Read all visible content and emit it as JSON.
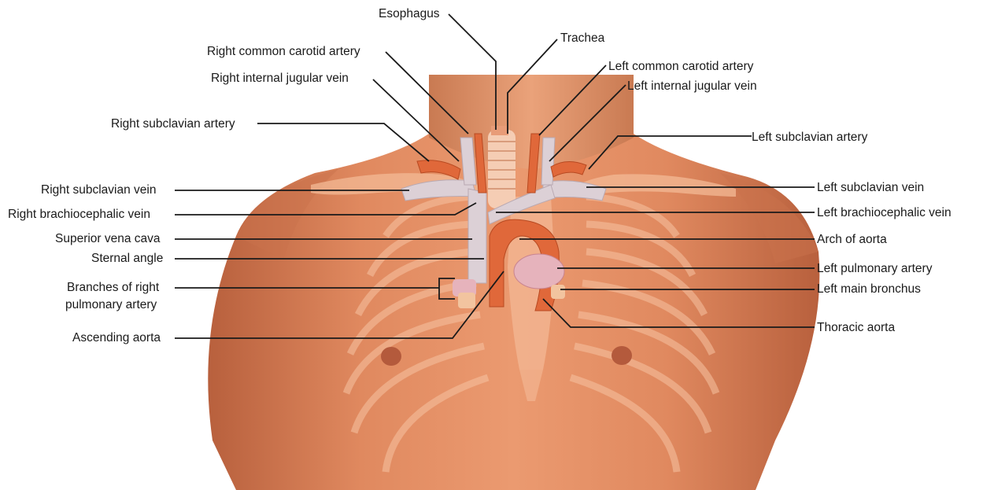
{
  "colors": {
    "skin_light": "#f2b08a",
    "skin": "#e58f66",
    "skin_dark": "#c76a45",
    "bone": "#f7c9a8",
    "vein": "#d8c8d0",
    "artery": "#e06a3a",
    "leader": "#1a1a1a"
  },
  "labels": {
    "esophagus": "Esophagus",
    "trachea": "Trachea",
    "right_common_carotid": "Right common carotid artery",
    "right_internal_jugular": "Right internal jugular vein",
    "right_subclavian_artery": "Right subclavian artery",
    "right_subclavian_vein": "Right subclavian vein",
    "right_brachiocephalic_vein": "Right brachiocephalic vein",
    "superior_vena_cava": "Superior vena cava",
    "sternal_angle": "Sternal angle",
    "branches_right_pulmonary_1": "Branches of right",
    "branches_right_pulmonary_2": "pulmonary artery",
    "ascending_aorta": "Ascending aorta",
    "left_common_carotid": "Left common carotid artery",
    "left_internal_jugular": "Left internal jugular vein",
    "left_subclavian_artery": "Left subclavian artery",
    "left_subclavian_vein": "Left subclavian vein",
    "left_brachiocephalic_vein": "Left brachiocephalic vein",
    "arch_of_aorta": "Arch of aorta",
    "left_pulmonary_artery": "Left pulmonary artery",
    "left_main_bronchus": "Left main bronchus",
    "thoracic_aorta": "Thoracic aorta"
  }
}
